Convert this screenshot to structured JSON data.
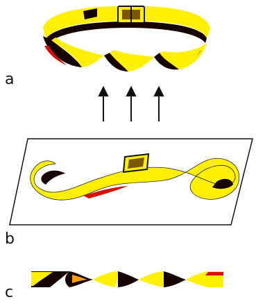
{
  "labels": {
    "a": "a",
    "b": "b",
    "c": "c"
  },
  "colors": {
    "ribbon_light": "#ffef00",
    "ribbon_dark": "#150400",
    "ribbon_shadow": "#d71000",
    "ribbon_mid": "#ffa000",
    "buckle": "#7a5700",
    "outline": "#111111",
    "plane_fill": "#ffffff"
  },
  "icons": {
    "arrow": "up-arrow-icon",
    "buckle": "belt-buckle-icon"
  }
}
